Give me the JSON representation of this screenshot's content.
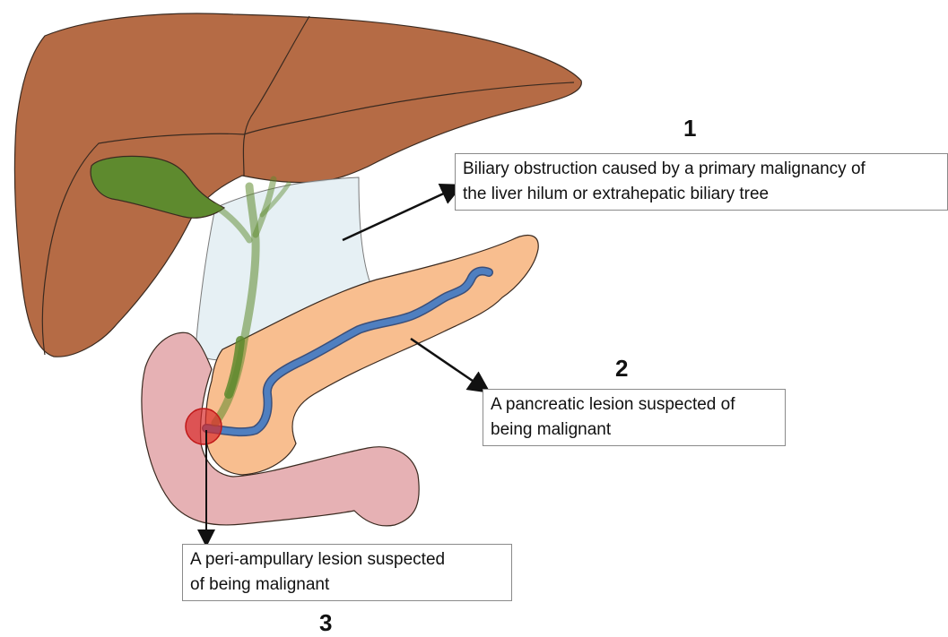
{
  "colors": {
    "liver": "#b56b45",
    "gallbladder": "#5e8a2e",
    "bile_duct": "#8fb07a",
    "hilum_region": "#e3eef3",
    "pancreas": "#f8be8f",
    "pancreatic_duct": "#4f7fc0",
    "duodenum": "#e6b1b4",
    "ampulla_marker": "#d92b2b",
    "outline": "#3a2a20",
    "arrow": "#111111"
  },
  "annotations": [
    {
      "number": "1",
      "lines": [
        "Biliary obstruction caused by a primary malignancy of",
        "the liver hilum or extrahepatic biliary tree"
      ]
    },
    {
      "number": "2",
      "lines": [
        "A pancreatic lesion suspected of",
        "being malignant"
      ]
    },
    {
      "number": "3",
      "lines": [
        "A peri-ampullary lesion suspected",
        "of being malignant"
      ]
    }
  ]
}
